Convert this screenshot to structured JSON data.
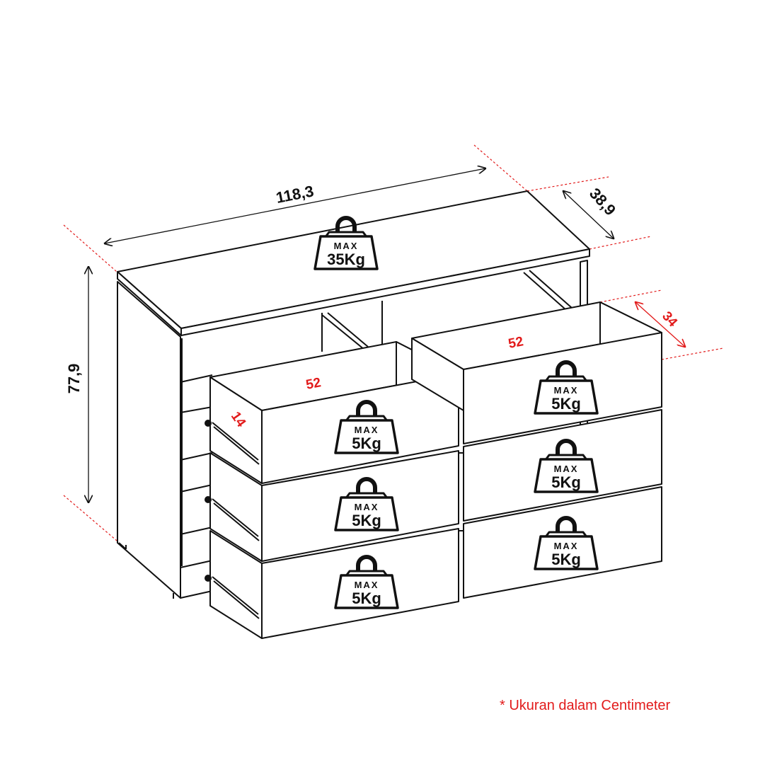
{
  "dimensions": {
    "width": "118,3",
    "depth": "38,9",
    "height": "77,9",
    "drawer_width_left": "52",
    "drawer_width_right": "52",
    "drawer_depth": "34",
    "drawer_height": "14"
  },
  "weights": {
    "max_label": "MAX",
    "top": "35Kg",
    "drawer": "5Kg"
  },
  "footnote": "* Ukuran dalam Centimeter",
  "colors": {
    "line": "#111111",
    "accent": "#e21b1b"
  }
}
